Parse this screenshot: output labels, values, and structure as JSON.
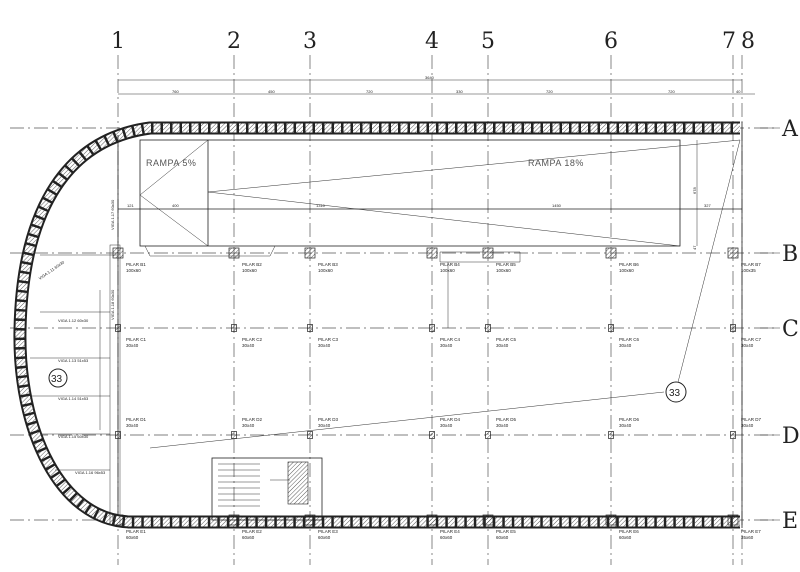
{
  "axes": {
    "columns": [
      "1",
      "2",
      "3",
      "4",
      "5",
      "6",
      "7",
      "8"
    ],
    "rows": [
      "A",
      "B",
      "C",
      "D",
      "E"
    ]
  },
  "dimensions": {
    "total": "3640",
    "spans": [
      "760",
      "450",
      "720",
      "330",
      "720",
      "720",
      "40"
    ],
    "ramp_spans": [
      "121",
      "400",
      "1310",
      "1450",
      "327"
    ],
    "ramp_heights": [
      "678",
      "47"
    ]
  },
  "ramps": {
    "ramp_1": "RAMPA 5%",
    "ramp_2": "RAMPA 18%"
  },
  "section_marker": "33",
  "pillars": {
    "B": [
      [
        "PILAR B1",
        "100x60"
      ],
      [
        "PILAR B2",
        "100x60"
      ],
      [
        "PILAR B3",
        "100x60"
      ],
      [
        "PILAR B4",
        "100x60"
      ],
      [
        "PILAR B5",
        "100x60"
      ],
      [
        "PILAR B6",
        "100x60"
      ],
      [
        "PILAR B7",
        "100x35"
      ]
    ],
    "C": [
      [
        "PILAR C1",
        "30x40"
      ],
      [
        "PILAR C2",
        "30x40"
      ],
      [
        "PILAR C3",
        "30x40"
      ],
      [
        "PILAR C4",
        "30x40"
      ],
      [
        "PILAR C5",
        "30x40"
      ],
      [
        "PILAR C6",
        "30x40"
      ],
      [
        "PILAR C7",
        "30x40"
      ]
    ],
    "D": [
      [
        "PILAR D1",
        "30x40"
      ],
      [
        "PILAR D2",
        "30x40"
      ],
      [
        "PILAR D3",
        "30x40"
      ],
      [
        "PILAR D4",
        "30x40"
      ],
      [
        "PILAR D5",
        "30x40"
      ],
      [
        "PILAR D6",
        "30x40"
      ],
      [
        "PILAR D7",
        "30x40"
      ]
    ],
    "E": [
      [
        "PILAR E1",
        "60x60"
      ],
      [
        "PILAR E2",
        "60x60"
      ],
      [
        "PILAR E3",
        "60x60"
      ],
      [
        "PILAR E4",
        "60x60"
      ],
      [
        "PILAR E5",
        "60x60"
      ],
      [
        "PILAR E6",
        "60x60"
      ],
      [
        "PILAR E7",
        "35x60"
      ]
    ]
  },
  "beams": [
    "VIGA 1.11 60x30",
    "VIGA 1.12 60x30",
    "VIGA 1.13 51x53",
    "VIGA 1.14 51x53",
    "VIGA 1.15 60x30",
    "VIGA 1.16 96x53",
    "VIGA 1.17 60x30",
    "VIGA 1.18 60x30"
  ]
}
